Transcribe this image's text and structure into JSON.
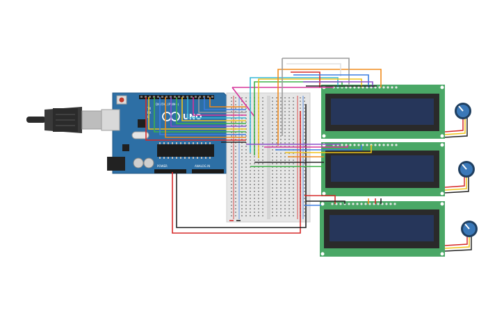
{
  "arduino": {
    "brand": "UNO",
    "labels": {
      "power": "POWER",
      "analog_in": "ANALOG IN",
      "digital": "DIGITAL (PWM~)",
      "tx": "TX",
      "rx": "RX",
      "l": "L"
    }
  },
  "colors": {
    "arduino_board": "#2d6fa5",
    "breadboard": "#e6e6e6",
    "lcd_pcb": "#4aa766",
    "lcd_screen": "#26365a",
    "pot": "#3a78b8",
    "wire_red": "#d62828",
    "wire_black": "#222222",
    "wire_yellow": "#f0c419",
    "wire_green": "#3fb24a",
    "wire_blue": "#3b7de0",
    "wire_orange": "#f08a1c",
    "wire_purple": "#8a4fc9",
    "wire_pink": "#d6339a",
    "wire_cyan": "#35b7d6",
    "wire_gray": "#9a9a9a"
  },
  "components": {
    "lcd_count": 3,
    "pot_count": 3,
    "icons": [
      "usb-cable-icon",
      "arduino-uno-icon",
      "breadboard-icon",
      "lcd-16x2-icon",
      "potentiometer-icon"
    ]
  }
}
